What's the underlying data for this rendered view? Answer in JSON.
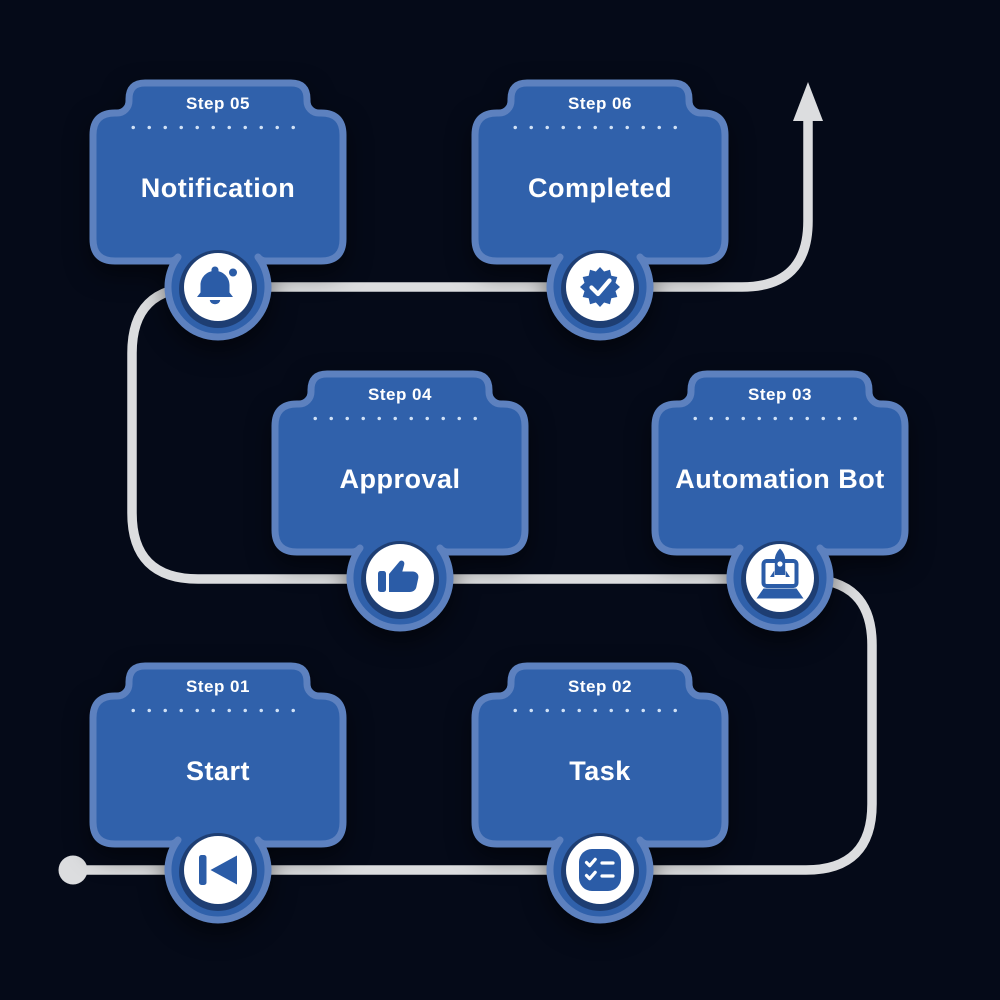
{
  "colors": {
    "background": "#050a18",
    "card_fill": "#3061ab",
    "card_border": "#5d81bf",
    "icon_blue": "#2b5ca7",
    "path_gray": "#dcdddf",
    "text_white": "#ffffff"
  },
  "flow": {
    "start_marker": "dot",
    "end_marker": "up-arrow"
  },
  "steps": [
    {
      "step_label": "Step 01",
      "title": "Start",
      "icon": "skip-start-icon"
    },
    {
      "step_label": "Step 02",
      "title": "Task",
      "icon": "task-checklist-icon"
    },
    {
      "step_label": "Step 03",
      "title": "Automation Bot",
      "icon": "laptop-rocket-icon"
    },
    {
      "step_label": "Step 04",
      "title": "Approval",
      "icon": "thumbs-up-icon"
    },
    {
      "step_label": "Step 05",
      "title": "Notification",
      "icon": "notification-bell-icon"
    },
    {
      "step_label": "Step 06",
      "title": "Completed",
      "icon": "verified-badge-icon"
    }
  ]
}
